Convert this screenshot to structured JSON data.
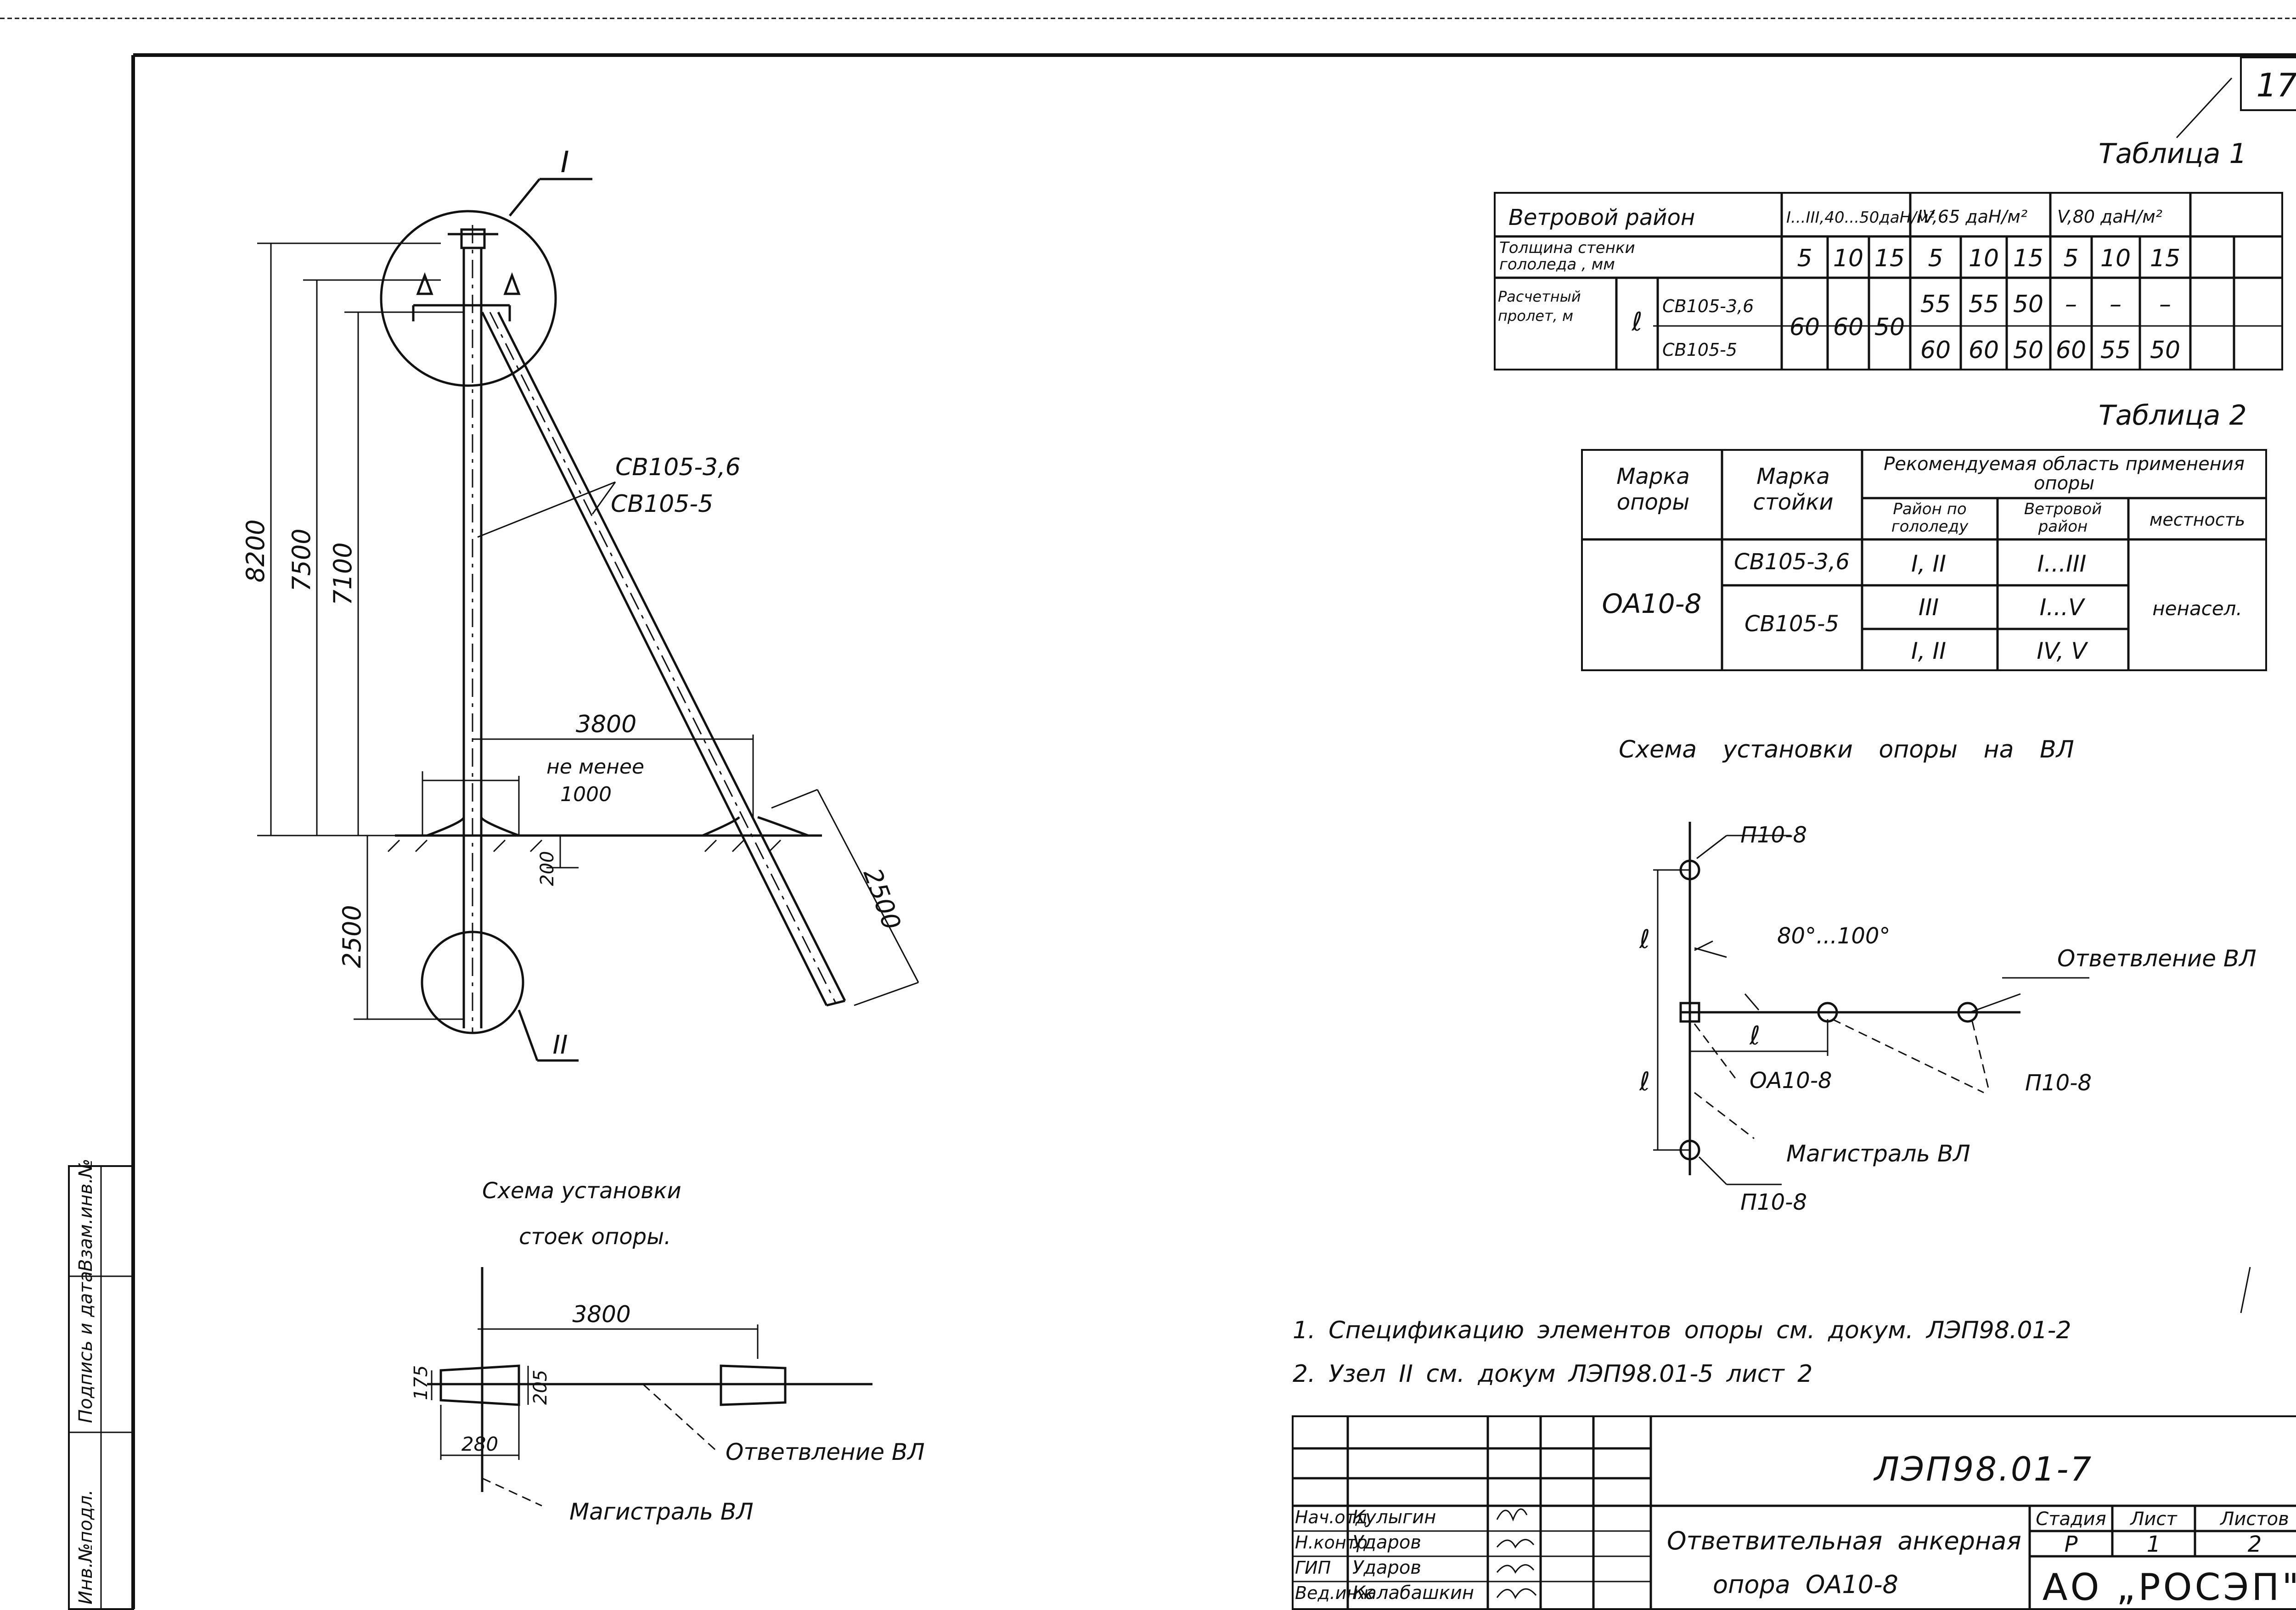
{
  "sheet_number": "17",
  "table1": {
    "title": "Таблица 1",
    "header": [
      "Ветровой район",
      "I...III,40...50даН/м²",
      "IV,65 даН/м²",
      "V,80 даН/м²"
    ],
    "ice_label": "Толщина стенки гололеда , мм",
    "ice_values": [
      "5",
      "10",
      "15",
      "5",
      "10",
      "15",
      "5",
      "10",
      "15"
    ],
    "span_label": "Расчетный пролет, м",
    "span_symbol": "ℓ",
    "row_a_label": "СВ105-3,6",
    "row_a_values": [
      "60",
      "60",
      "50",
      "55",
      "55",
      "50",
      "–",
      "–",
      "–"
    ],
    "row_b_label": "СВ105-5",
    "row_b_values": [
      "60",
      "60",
      "50",
      "60",
      "60",
      "50",
      "60",
      "55",
      "50"
    ]
  },
  "table2": {
    "title": "Таблица 2",
    "col_mark_support": "Марка опоры",
    "col_mark_post": "Марка стойки",
    "col_recommended": "Рекомендуемая область применения опоры",
    "col_ice": "Район по гололеду",
    "col_wind": "Ветровой район",
    "col_terrain": "местность",
    "support": "ОА10-8",
    "post_a": "СВ105-3,6",
    "post_b": "СВ105-5",
    "ice_a": "I, II",
    "wind_a": "I...III",
    "ice_b1": "III",
    "wind_b1": "I...V",
    "ice_b2": "I, II",
    "wind_b2": "IV, V",
    "terrain": "ненасел."
  },
  "pole_drawing": {
    "node_top": "I",
    "node_bottom": "II",
    "post_label_a": "СВ105-3,6",
    "post_label_b": "СВ105-5",
    "dim_8200": "8200",
    "dim_7500": "7500",
    "dim_7100": "7100",
    "dim_3800": "3800",
    "dim_not_less": "не менее",
    "dim_1000": "1000",
    "dim_200": "200",
    "dim_2500_left": "2500",
    "dim_2500_right": "2500"
  },
  "install_posts": {
    "title_line1": "Схема установки",
    "title_line2": "стоек опоры.",
    "dim_3800": "3800",
    "dim_175": "175",
    "dim_205": "205",
    "dim_280": "280",
    "branch_label": "Ответвление ВЛ",
    "main_label": "Магистраль ВЛ"
  },
  "install_scheme": {
    "title": "Схема установки опоры на ВЛ",
    "p_top": "П10-8",
    "p_bottom": "П10-8",
    "p_right": "П10-8",
    "angle": "80°...100°",
    "branch_label": "Ответвление ВЛ",
    "oa_label": "ОА10-8",
    "main_label": "Магистраль ВЛ",
    "l_symbol": "ℓ"
  },
  "notes": [
    "1. Спецификацию элементов опоры см. докум. ЛЭП98.01-2",
    "2. Узел II см. докум ЛЭП98.01-5 лист 2"
  ],
  "title_block": {
    "doc_code": "ЛЭП98.01-7",
    "roles": [
      "Нач.отд",
      "Н.контр",
      "ГИП",
      "Вед.инж"
    ],
    "names": [
      "Кулыгин",
      "Ударов",
      "Ударов",
      "Калабашкин"
    ],
    "name_line1": "Ответвительная анкерная",
    "name_line2": "опора ОА10-8",
    "stage_label": "Стадия",
    "sheet_label": "Лист",
    "sheets_label": "Листов",
    "stage": "Р",
    "sheet": "1",
    "sheets": "2",
    "company": "АО „РОСЭП\""
  },
  "side_stamps": [
    "Взам.инв.№",
    "Подпись и дата",
    "Инв.№подл."
  ]
}
